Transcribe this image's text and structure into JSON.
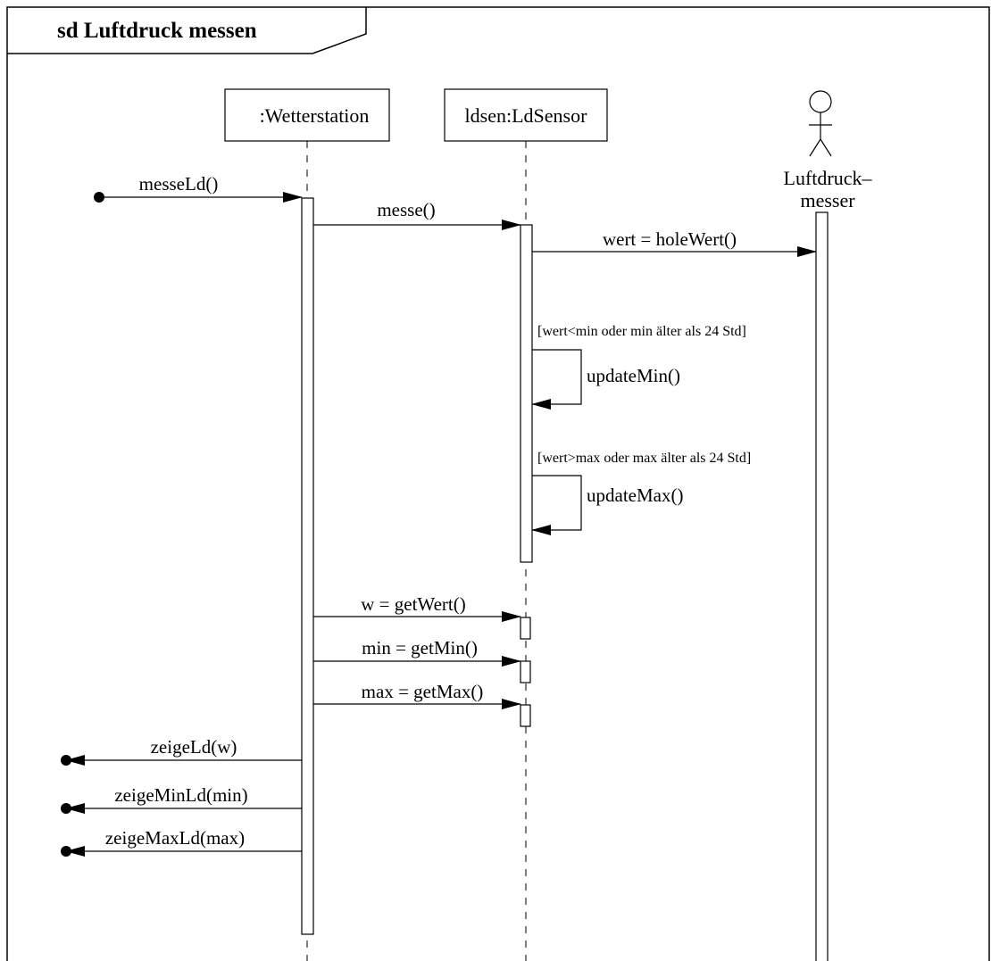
{
  "frame": {
    "title": "sd Luftdruck messen"
  },
  "lifelines": [
    {
      "id": "wetterstation",
      "label": ":Wetterstation",
      "kind": "object"
    },
    {
      "id": "ldsensor",
      "label": "ldsen:LdSensor",
      "kind": "object"
    },
    {
      "id": "luftdruckmesser",
      "label_line1": "Luftdruck–",
      "label_line2": "messer",
      "kind": "actor"
    }
  ],
  "messages": [
    {
      "id": "messeLd",
      "label": "messeLd()",
      "from": "found",
      "to": "wetterstation"
    },
    {
      "id": "messe",
      "label": "messe()",
      "from": "wetterstation",
      "to": "ldsensor"
    },
    {
      "id": "holeWert",
      "label": "wert = holeWert()",
      "from": "ldsensor",
      "to": "luftdruckmesser"
    },
    {
      "id": "updateMin",
      "label": "updateMin()",
      "guard": "[wert<min oder min älter als 24 Std]",
      "self": "ldsensor"
    },
    {
      "id": "updateMax",
      "label": "updateMax()",
      "guard": "[wert>max oder max älter als 24 Std]",
      "self": "ldsensor"
    },
    {
      "id": "getWert",
      "label": "w = getWert()",
      "from": "wetterstation",
      "to": "ldsensor"
    },
    {
      "id": "getMin",
      "label": "min = getMin()",
      "from": "wetterstation",
      "to": "ldsensor"
    },
    {
      "id": "getMax",
      "label": "max = getMax()",
      "from": "wetterstation",
      "to": "ldsensor"
    },
    {
      "id": "zeigeLd",
      "label": "zeigeLd(w)",
      "from": "wetterstation",
      "to": "lost"
    },
    {
      "id": "zeigeMinLd",
      "label": "zeigeMinLd(min)",
      "from": "wetterstation",
      "to": "lost"
    },
    {
      "id": "zeigeMaxLd",
      "label": "zeigeMaxLd(max)",
      "from": "wetterstation",
      "to": "lost"
    }
  ]
}
